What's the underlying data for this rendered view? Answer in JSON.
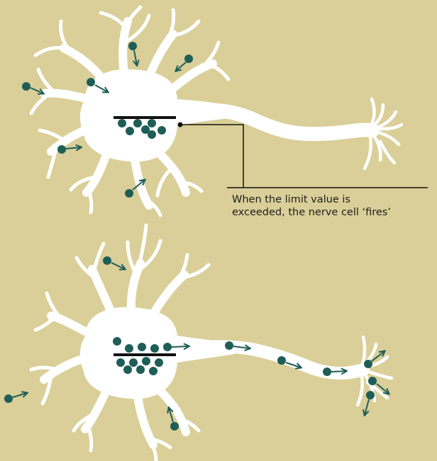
{
  "colors": {
    "background": "#dacf98",
    "neuron": "#ffffff",
    "signal": "#1e5e57",
    "line": "#111111"
  },
  "annotation": {
    "line1": "When the limit value is",
    "line2": "exceeded, the nerve cell ‘fires’"
  },
  "icons": [
    "signal-arrow-icon",
    "threshold-bar"
  ]
}
